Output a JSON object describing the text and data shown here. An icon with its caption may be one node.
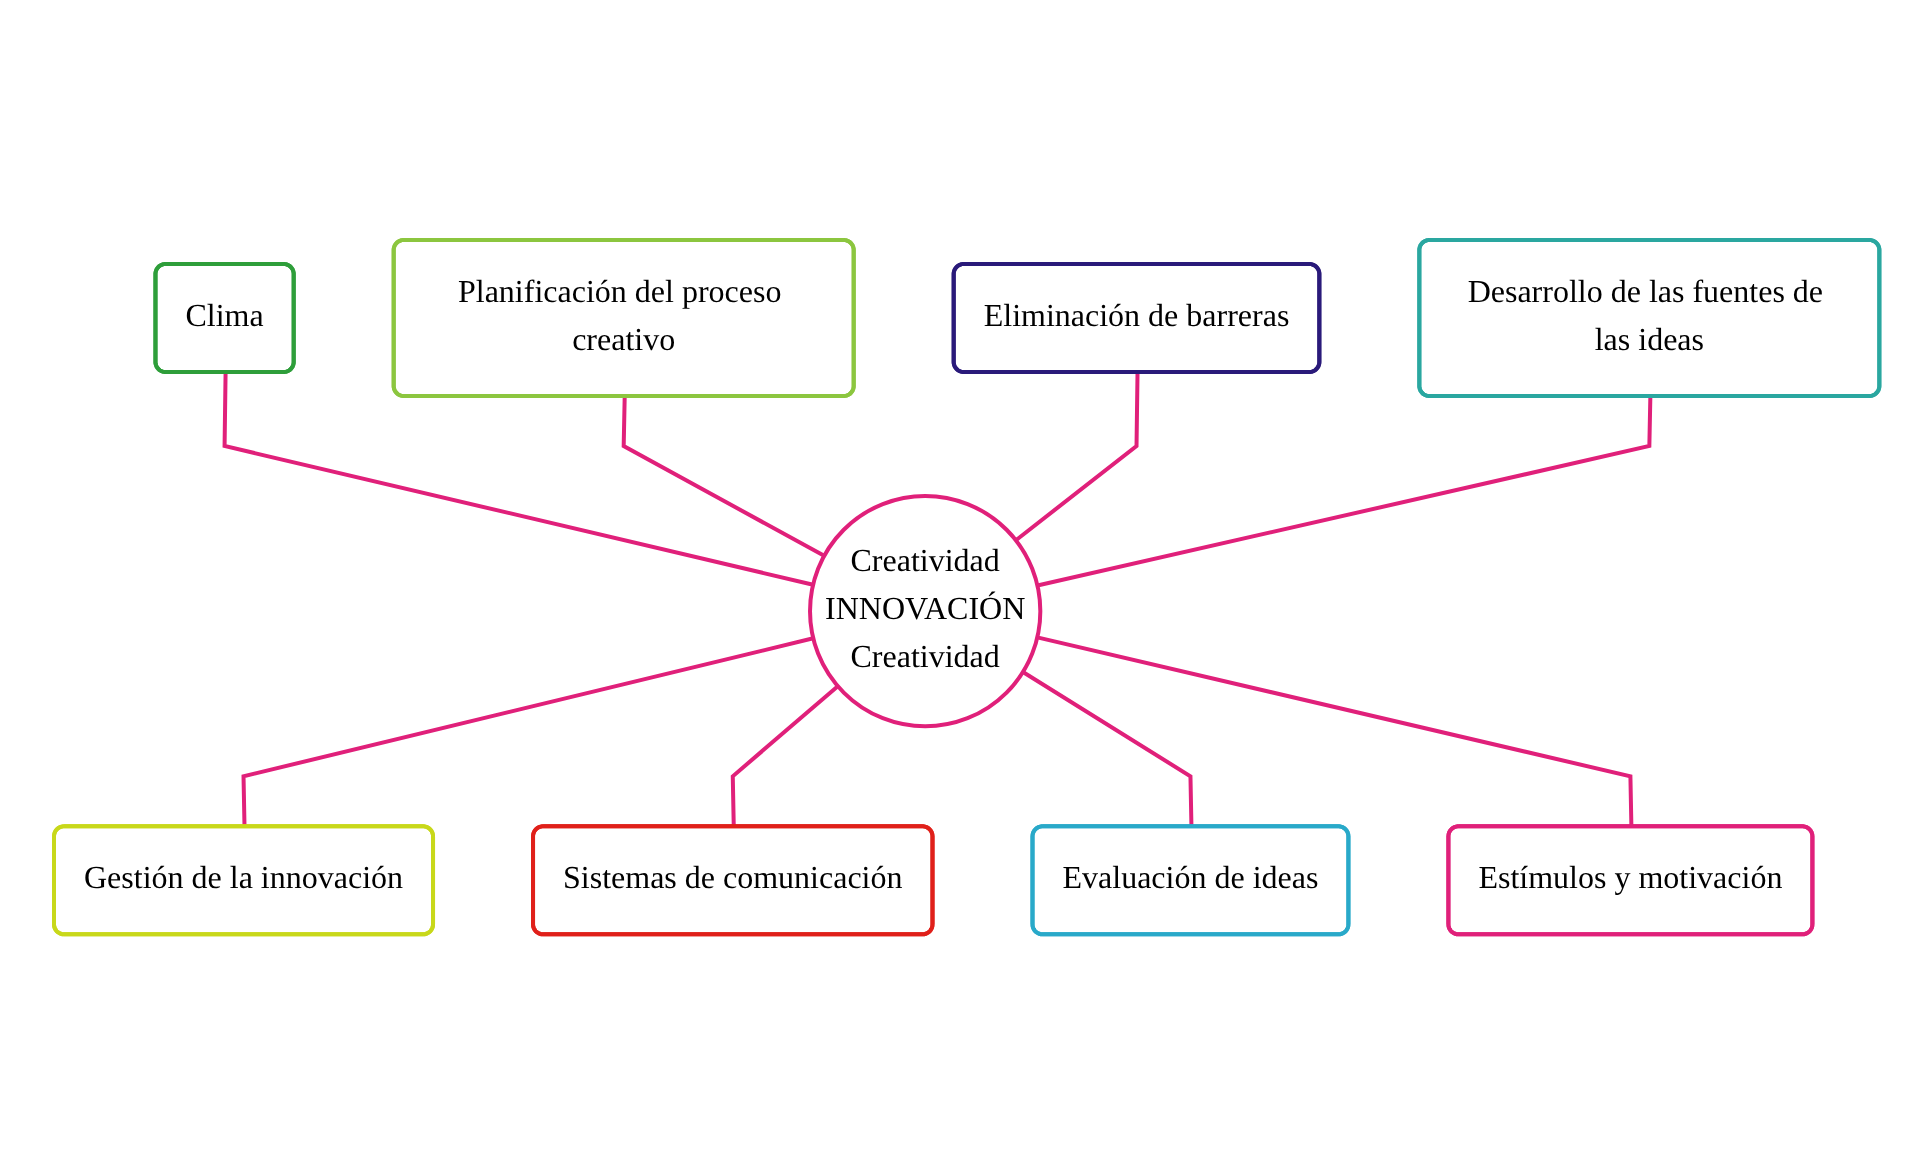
{
  "diagram": {
    "nodes": [
      {
        "text": [
          "Clima"
        ]
      },
      {
        "text": [
          "Planificación del proceso creativo"
        ]
      },
      {
        "text": [
          "Eliminación de barreras"
        ]
      },
      {
        "text": [
          "Creatividad",
          "INNOVACIÓN",
          "Creatividad"
        ]
      },
      {
        "text": [
          "Desarrollo de las fuentes de las ideas"
        ]
      },
      {
        "text": [
          "Gestión de la innovación"
        ]
      },
      {
        "text": [
          "Sistemas de comunicación"
        ]
      },
      {
        "text": [
          "Evaluación de ideas"
        ]
      },
      {
        "text": [
          "Estímulos y motivación"
        ]
      }
    ],
    "edges": [
      {
        "from": 0,
        "to": 3,
        "arrow": "none"
      },
      {
        "from": 1,
        "to": 3,
        "arrow": "none"
      },
      {
        "from": 2,
        "to": 3,
        "arrow": "none"
      },
      {
        "from": 4,
        "to": 3,
        "arrow": "none"
      },
      {
        "from": 3,
        "to": 5,
        "arrow": "none"
      },
      {
        "from": 3,
        "to": 6,
        "arrow": "none"
      },
      {
        "from": 3,
        "to": 7,
        "arrow": "none"
      },
      {
        "from": 3,
        "to": 8,
        "arrow": "none"
      }
    ]
  }
}
